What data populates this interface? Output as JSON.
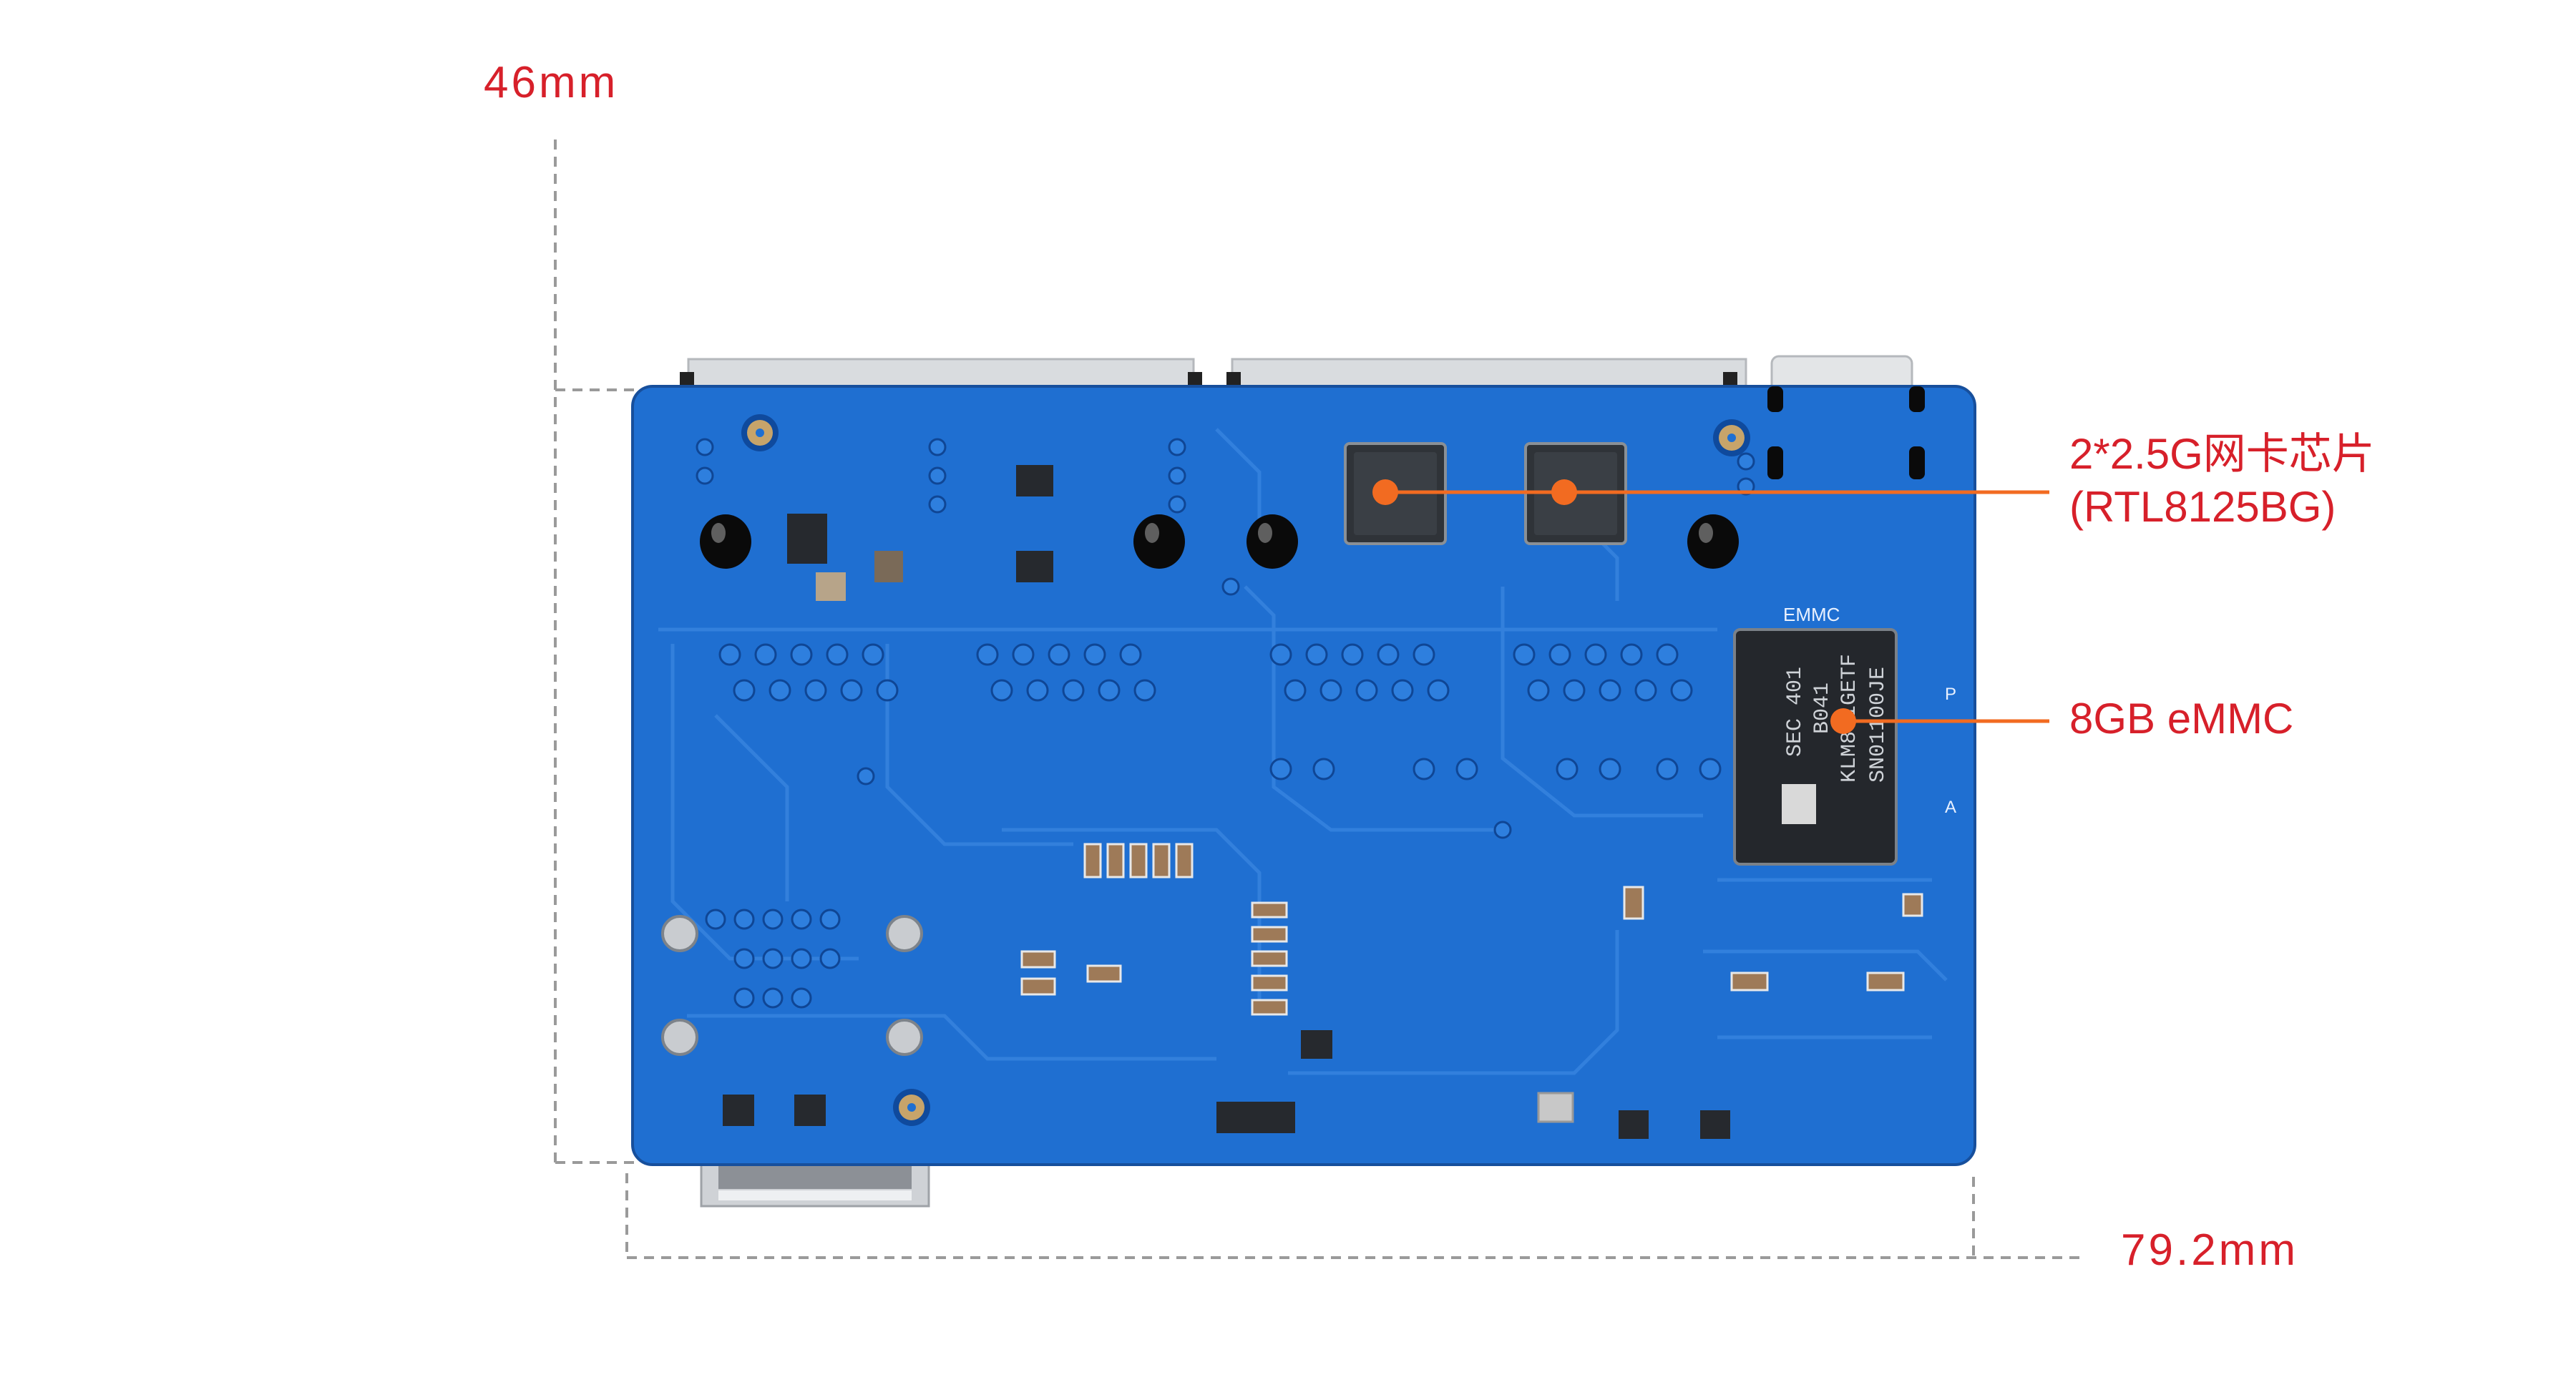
{
  "dimensions": {
    "height_label": "46mm",
    "width_label": "79.2mm"
  },
  "annotations": {
    "nic_chip_line1": "2*2.5G网卡芯片",
    "nic_chip_line2": "(RTL8125BG)",
    "emmc_label": "8GB eMMC"
  },
  "board_silkscreen": {
    "emmc_marking": "EMMC",
    "emmc_chip_text": [
      "SEC 401",
      "B041",
      "KLM8G1GETF",
      "SN01100JE"
    ],
    "edge_letters": [
      "P",
      "A"
    ]
  },
  "colors": {
    "pcb": "#1e6fd0",
    "pcb_dark": "#1452a8",
    "accent": "#f26b21",
    "label_red": "#d7202a"
  }
}
